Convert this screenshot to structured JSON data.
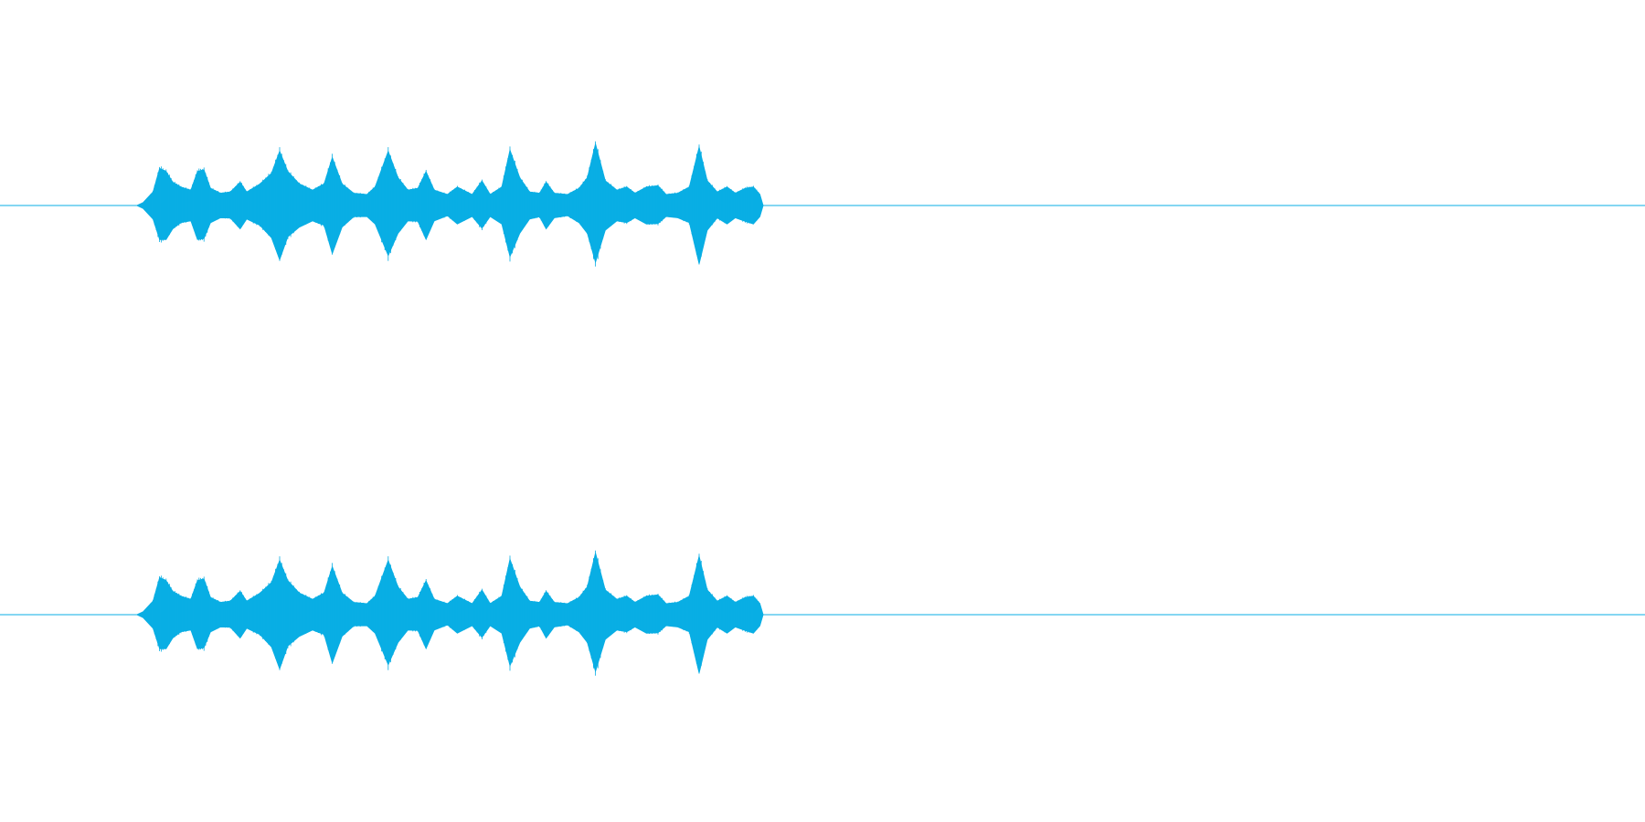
{
  "chart_data": {
    "type": "area",
    "title": "",
    "xlabel": "",
    "ylabel": "",
    "x_range": [
      0,
      1
    ],
    "y_range": [
      -1,
      1
    ],
    "grid": false,
    "color": "#09aee4",
    "description_shape": "mirrored audio waveform envelope",
    "channels": [
      {
        "name": "",
        "segments": [
          {
            "start": 0.0,
            "end": 0.083,
            "amplitude": 0.0
          },
          {
            "start": 0.083,
            "end": 0.464,
            "amplitude": "varying"
          },
          {
            "start": 0.464,
            "end": 1.0,
            "amplitude": 0.0
          }
        ],
        "envelope": [
          [
            0.083,
            0.0
          ],
          [
            0.087,
            0.05
          ],
          [
            0.093,
            0.22
          ],
          [
            0.097,
            0.6
          ],
          [
            0.101,
            0.55
          ],
          [
            0.105,
            0.38
          ],
          [
            0.11,
            0.3
          ],
          [
            0.116,
            0.25
          ],
          [
            0.12,
            0.55
          ],
          [
            0.124,
            0.58
          ],
          [
            0.128,
            0.28
          ],
          [
            0.134,
            0.2
          ],
          [
            0.14,
            0.22
          ],
          [
            0.146,
            0.38
          ],
          [
            0.15,
            0.22
          ],
          [
            0.158,
            0.35
          ],
          [
            0.165,
            0.52
          ],
          [
            0.17,
            0.88
          ],
          [
            0.175,
            0.55
          ],
          [
            0.182,
            0.35
          ],
          [
            0.19,
            0.25
          ],
          [
            0.197,
            0.35
          ],
          [
            0.202,
            0.78
          ],
          [
            0.208,
            0.35
          ],
          [
            0.215,
            0.2
          ],
          [
            0.223,
            0.18
          ],
          [
            0.228,
            0.3
          ],
          [
            0.236,
            0.88
          ],
          [
            0.242,
            0.45
          ],
          [
            0.248,
            0.25
          ],
          [
            0.254,
            0.28
          ],
          [
            0.259,
            0.55
          ],
          [
            0.264,
            0.25
          ],
          [
            0.272,
            0.18
          ],
          [
            0.278,
            0.3
          ],
          [
            0.287,
            0.18
          ],
          [
            0.293,
            0.4
          ],
          [
            0.298,
            0.18
          ],
          [
            0.305,
            0.3
          ],
          [
            0.31,
            0.9
          ],
          [
            0.316,
            0.45
          ],
          [
            0.322,
            0.22
          ],
          [
            0.328,
            0.2
          ],
          [
            0.332,
            0.38
          ],
          [
            0.337,
            0.2
          ],
          [
            0.345,
            0.18
          ],
          [
            0.352,
            0.28
          ],
          [
            0.357,
            0.45
          ],
          [
            0.362,
            1.0
          ],
          [
            0.368,
            0.4
          ],
          [
            0.375,
            0.25
          ],
          [
            0.381,
            0.3
          ],
          [
            0.386,
            0.2
          ],
          [
            0.393,
            0.3
          ],
          [
            0.4,
            0.32
          ],
          [
            0.405,
            0.18
          ],
          [
            0.412,
            0.2
          ],
          [
            0.419,
            0.3
          ],
          [
            0.425,
            0.95
          ],
          [
            0.43,
            0.4
          ],
          [
            0.436,
            0.22
          ],
          [
            0.442,
            0.3
          ],
          [
            0.447,
            0.2
          ],
          [
            0.453,
            0.28
          ],
          [
            0.458,
            0.3
          ],
          [
            0.462,
            0.18
          ],
          [
            0.464,
            0.0
          ]
        ]
      },
      {
        "name": "",
        "mirror_of": 0
      }
    ]
  }
}
